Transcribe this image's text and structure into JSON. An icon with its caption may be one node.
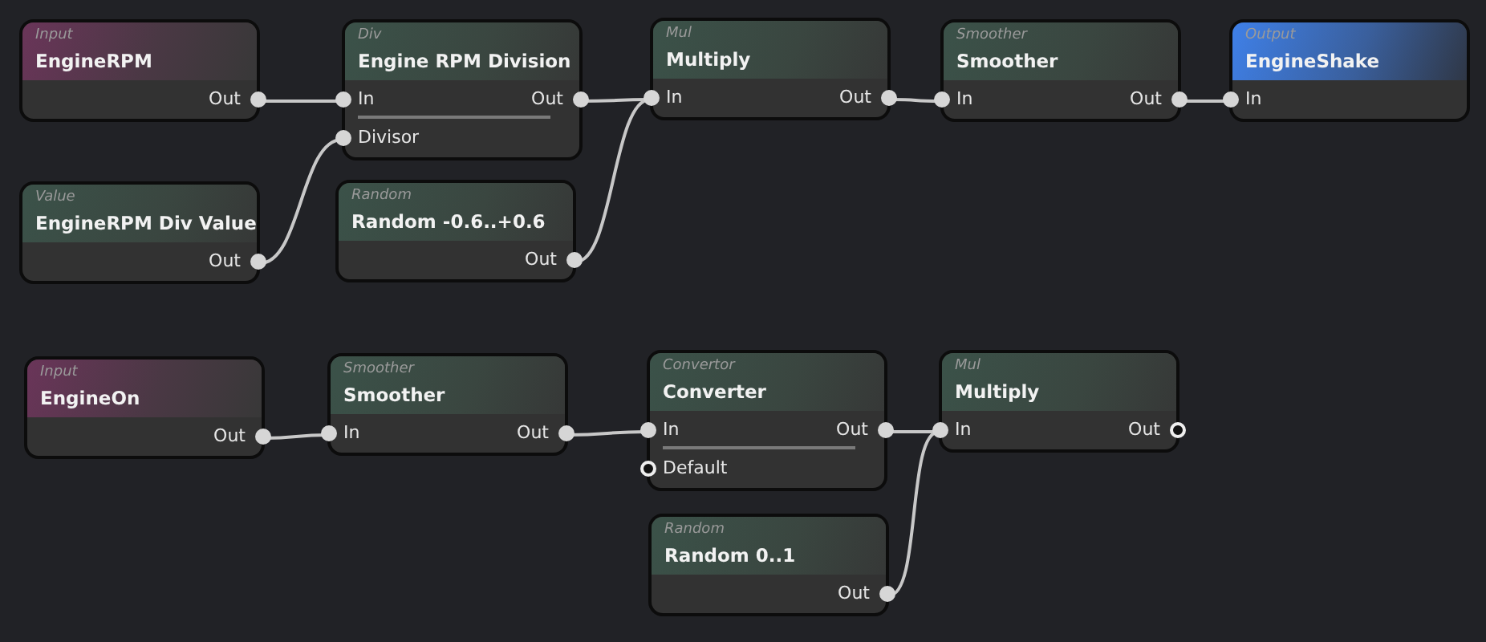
{
  "diagram": {
    "nodes": [
      {
        "text": [
          "Input",
          "EngineRPM",
          "Out"
        ]
      },
      {
        "text": [
          "Div",
          "Engine RPM Division",
          "In",
          "Out",
          "Divisor"
        ]
      },
      {
        "text": [
          "Mul",
          "Multiply",
          "In",
          "Out"
        ]
      },
      {
        "text": [
          "Smoother",
          "Smoother",
          "In",
          "Out"
        ]
      },
      {
        "text": [
          "Output",
          "EngineShake",
          "In"
        ]
      },
      {
        "text": [
          "Value",
          "EngineRPM Div Value",
          "Out"
        ]
      },
      {
        "text": [
          "Random",
          "Random -0.6..+0.6",
          "Out"
        ]
      },
      {
        "text": [
          "Input",
          "EngineOn",
          "Out"
        ]
      },
      {
        "text": [
          "Smoother",
          "Smoother",
          "In",
          "Out"
        ]
      },
      {
        "text": [
          "Convertor",
          "Converter",
          "In",
          "Out",
          "Default"
        ]
      },
      {
        "text": [
          "Mul",
          "Multiply",
          "In",
          "Out"
        ]
      },
      {
        "text": [
          "Random",
          "Random 0..1",
          "Out"
        ]
      }
    ],
    "edges": [
      {
        "from": 0,
        "to": 1,
        "arrow": "none"
      },
      {
        "from": 5,
        "to": 1,
        "arrow": "none"
      },
      {
        "from": 1,
        "to": 2,
        "arrow": "none"
      },
      {
        "from": 6,
        "to": 2,
        "arrow": "none"
      },
      {
        "from": 2,
        "to": 3,
        "arrow": "none"
      },
      {
        "from": 3,
        "to": 4,
        "arrow": "none"
      },
      {
        "from": 7,
        "to": 8,
        "arrow": "none"
      },
      {
        "from": 8,
        "to": 9,
        "arrow": "none"
      },
      {
        "from": 9,
        "to": 10,
        "arrow": "none"
      },
      {
        "from": 11,
        "to": 10,
        "arrow": "none"
      }
    ]
  }
}
